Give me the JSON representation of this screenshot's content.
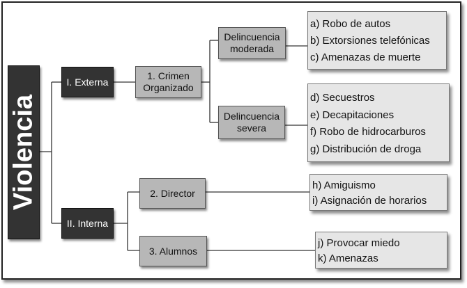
{
  "root": {
    "label": "Violencia"
  },
  "externa": {
    "label": "I. Externa",
    "crimen": {
      "label": "1. Crimen Organizado"
    },
    "moderada": {
      "label": "Delincuencia moderada",
      "items": [
        "a) Robo de autos",
        "b) Extorsiones telefónicas",
        "c) Amenazas de muerte"
      ]
    },
    "severa": {
      "label": "Delincuencia severa",
      "items": [
        "d) Secuestros",
        "e) Decapitaciones",
        "f) Robo de hidrocarburos",
        "g) Distribución de droga"
      ]
    }
  },
  "interna": {
    "label": "II. Interna",
    "director": {
      "label": "2. Director",
      "items": [
        "h) Amiguismo",
        "i) Asignación de horarios"
      ]
    },
    "alumnos": {
      "label": "3. Alumnos",
      "items": [
        "j) Provocar miedo",
        "k) Amenazas"
      ]
    }
  }
}
